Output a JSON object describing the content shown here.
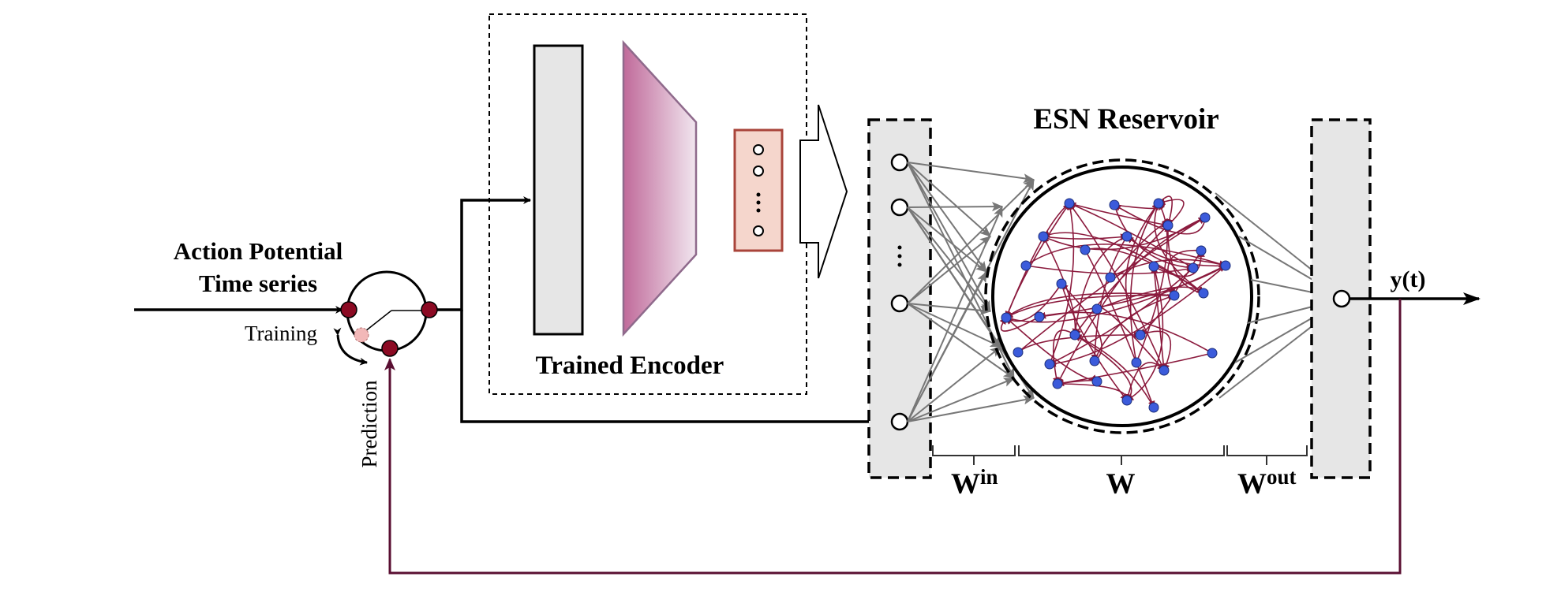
{
  "labels": {
    "input_line1": "Action Potential",
    "input_line2": "Time series",
    "training": "Training",
    "prediction": "Prediction",
    "encoder": "Trained Encoder",
    "reservoir": "ESN Reservoir",
    "output": "y(t)",
    "w_in_base": "W",
    "w_in_sup": "in",
    "w_base": "W",
    "w_out_base": "W",
    "w_out_sup": "out"
  },
  "colors": {
    "switch_node": "#8b0a23",
    "switch_node_light": "#f2b8b8",
    "feedback_line": "#5a0f32",
    "encoder_trap_start": "#c06a9a",
    "encoder_trap_end": "#f1e6ef",
    "latent_fill": "#f5d6cc",
    "latent_border": "#a9443a",
    "reservoir_node": "#3b5bdb",
    "reservoir_edge": "#8b1a3d",
    "layer_fill": "#e6e6e6",
    "arrow_gray": "#777777"
  }
}
